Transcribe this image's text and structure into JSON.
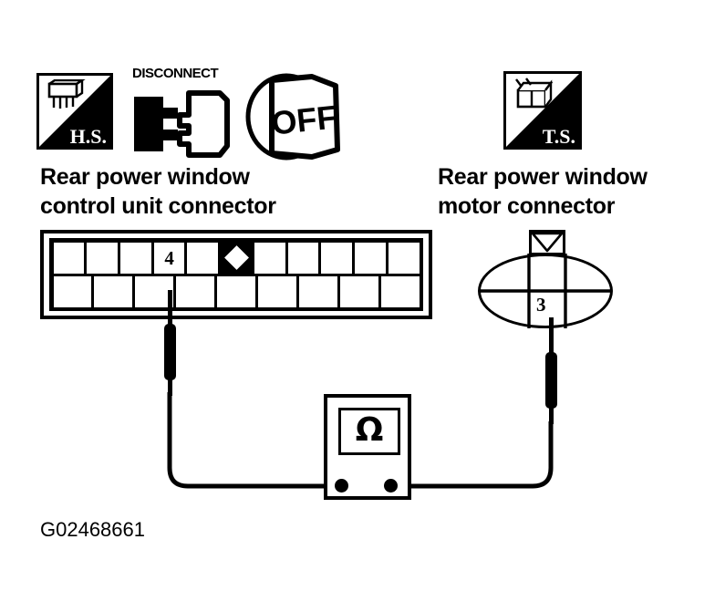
{
  "figure": {
    "caption": "G02468661",
    "type": "automotive-wiring-continuity-test"
  },
  "condition_icons": [
    {
      "id": "hs-badge",
      "label": "H.S.",
      "icon": "harness-side-connector-icon",
      "meaning": "Harness Side"
    },
    {
      "id": "disconnect-icon",
      "label": "DISCONNECT",
      "icon": "disconnect-connector-icon",
      "meaning": "Disconnect connector"
    },
    {
      "id": "ignition-off-icon",
      "label": "OFF",
      "icon": "ignition-key-off-icon",
      "meaning": "Ignition switch OFF"
    },
    {
      "id": "ts-badge",
      "label": "T.S.",
      "icon": "terminal-side-connector-icon",
      "meaning": "Terminal Side"
    }
  ],
  "connectors": {
    "left": {
      "name": "rear-power-window-control-unit-connector",
      "heading_line1": "Rear power window",
      "heading_line2": "control unit connector",
      "top_row": [
        {
          "pin": "",
          "marker": "none"
        },
        {
          "pin": "",
          "marker": "none"
        },
        {
          "pin": "",
          "marker": "none"
        },
        {
          "pin": "4",
          "marker": "none"
        },
        {
          "pin": "",
          "marker": "none"
        },
        {
          "pin": "",
          "marker": "diamond"
        },
        {
          "pin": "",
          "marker": "none"
        },
        {
          "pin": "",
          "marker": "none"
        },
        {
          "pin": "",
          "marker": "none"
        },
        {
          "pin": "",
          "marker": "none"
        },
        {
          "pin": "",
          "marker": "none"
        }
      ],
      "bottom_row": [
        {
          "pin": "",
          "marker": "none"
        },
        {
          "pin": "",
          "marker": "none"
        },
        {
          "pin": "",
          "marker": "none"
        },
        {
          "pin": "",
          "marker": "none"
        },
        {
          "pin": "",
          "marker": "none"
        },
        {
          "pin": "",
          "marker": "none"
        },
        {
          "pin": "",
          "marker": "none"
        },
        {
          "pin": "",
          "marker": "none"
        },
        {
          "pin": "",
          "marker": "none"
        }
      ],
      "probed_pin": "4"
    },
    "right": {
      "name": "rear-power-window-motor-connector",
      "heading_line1": "Rear power window",
      "heading_line2": "motor connector",
      "probed_pin": "3",
      "tab_marker": "chevron-down-triangle"
    }
  },
  "meter": {
    "name": "ohmmeter",
    "display_symbol": "Ω",
    "terminals": [
      "left",
      "right"
    ]
  },
  "colors": {
    "ink": "#000000",
    "paper": "#ffffff"
  }
}
